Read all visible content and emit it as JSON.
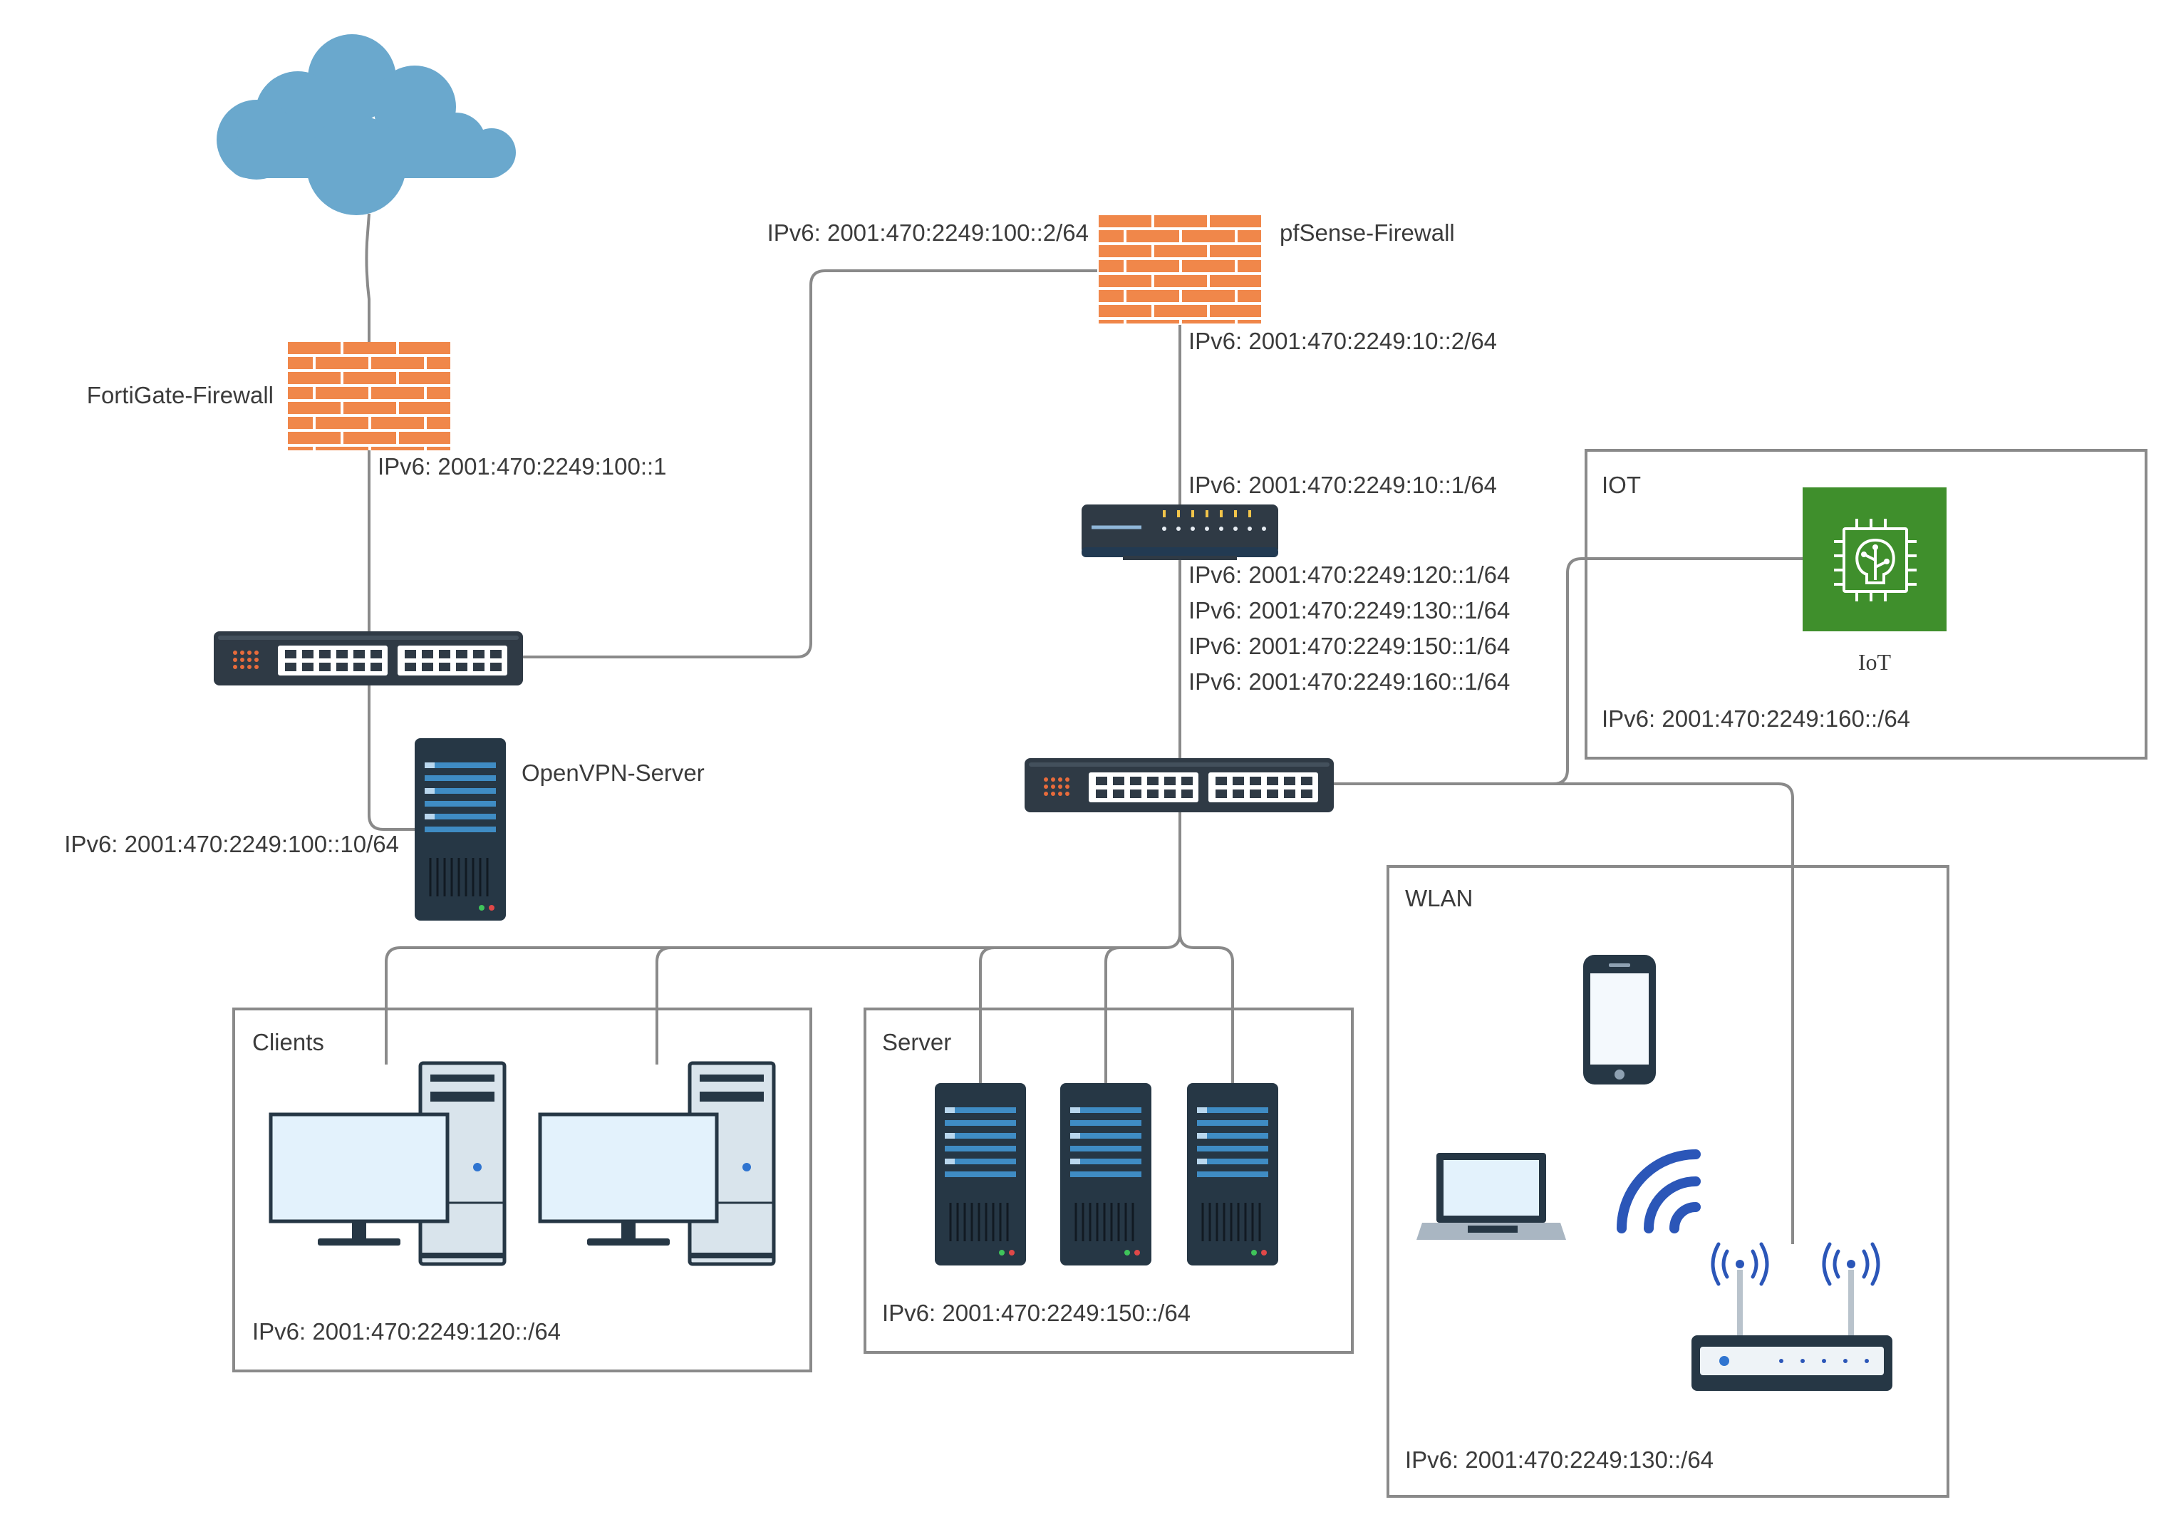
{
  "cloud": {
    "icon": "cloud-icon"
  },
  "fortigate": {
    "name": "FortiGate-Firewall",
    "ip": "IPv6: 2001:470:2249:100::1",
    "icon": "firewall-icon"
  },
  "pfsense": {
    "name": "pfSense-Firewall",
    "ip_wan": "IPv6: 2001:470:2249:100::2/64",
    "ip_lan": "IPv6: 2001:470:2249:10::2/64",
    "icon": "firewall-icon"
  },
  "router": {
    "icon": "router-icon",
    "ip_uplink": "IPv6: 2001:470:2249:10::1/64",
    "ip_vlans": [
      "IPv6: 2001:470:2249:120::1/64",
      "IPv6: 2001:470:2249:130::1/64",
      "IPv6: 2001:470:2249:150::1/64",
      "IPv6: 2001:470:2249:160::1/64"
    ]
  },
  "openvpn": {
    "name": "OpenVPN-Server",
    "ip": "IPv6: 2001:470:2249:100::10/64",
    "icon": "server-icon"
  },
  "iot_zone": {
    "title": "IOT",
    "device_label": "IoT",
    "subnet": "IPv6: 2001:470:2249:160::/64",
    "icon": "iot-chip-icon"
  },
  "clients_zone": {
    "title": "Clients",
    "subnet": "IPv6: 2001:470:2249:120::/64",
    "icon": "desktop-computer-icon"
  },
  "server_zone": {
    "title": "Server",
    "subnet": "IPv6: 2001:470:2249:150::/64",
    "icon": "server-icon"
  },
  "wlan_zone": {
    "title": "WLAN",
    "subnet": "IPv6: 2001:470:2249:130::/64",
    "icons": [
      "smartphone-icon",
      "laptop-icon",
      "wifi-signal-icon",
      "wireless-access-point-icon"
    ]
  },
  "colors": {
    "firewall": "#f0874a",
    "cloud": "#6aa8cd",
    "device_dark": "#263745",
    "iot_green": "#3f8f2c",
    "screen": "#e3f2fc",
    "line": "#8a8a8a"
  }
}
